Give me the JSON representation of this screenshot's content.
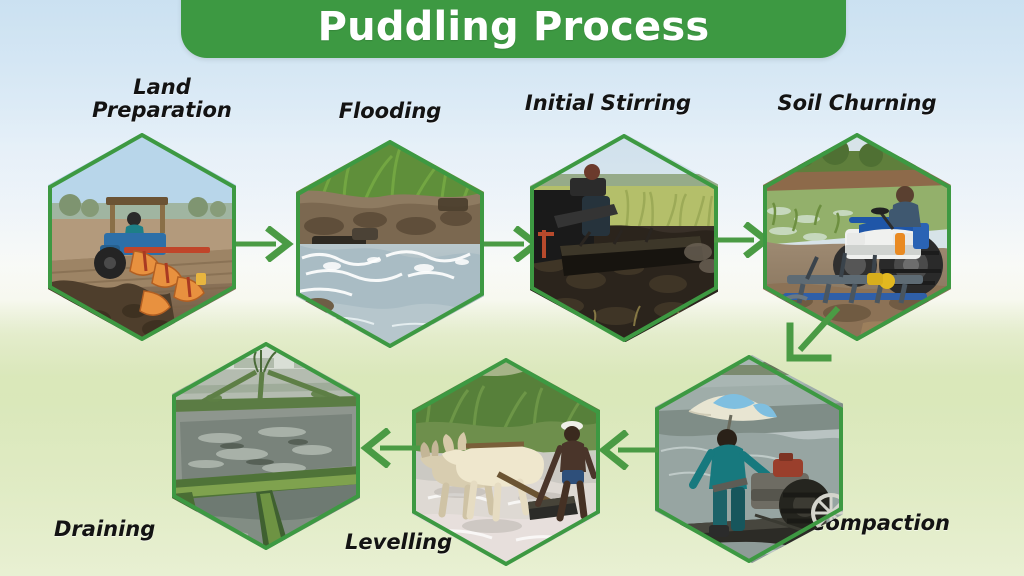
{
  "header": {
    "title": "Puddling Process",
    "bar_color": "#3d9942",
    "title_color": "#ffffff"
  },
  "theme": {
    "hex_border_color": "#3d9942",
    "arrow_color": "#4a9b44",
    "label_color": "#131313",
    "sky_color": "#dceaf5",
    "field_color": "#e4edcf"
  },
  "steps": [
    {
      "id": "land-preparation",
      "order": 1,
      "label": "Land\nPreparation",
      "image_alt": "Blue tractor pulling an orange mouldboard plough across dry brown tilled soil under a pale blue sky"
    },
    {
      "id": "flooding",
      "order": 2,
      "label": "Flooding",
      "image_alt": "Water rushing into a paddy field over a muddy earth bund with green grass on top"
    },
    {
      "id": "initial-stirring",
      "order": 3,
      "label": "Initial Stirring",
      "image_alt": "Tractor blade churning dark wet black soil with a green grass field behind"
    },
    {
      "id": "soil-churning",
      "order": 4,
      "label": "Soil Churning",
      "image_alt": "White tractor with rotary tiller attachment churning a flooded muddy paddy field"
    },
    {
      "id": "compaction",
      "order": 5,
      "label": "Compaction",
      "image_alt": "Farmer in teal shirt under a blue and white umbrella operating a power tiller on flooded mud"
    },
    {
      "id": "levelling",
      "order": 6,
      "label": "Levelling",
      "image_alt": "Pair of white oxen pulling a wooden leveller with a farmer walking through shallow flooded field"
    },
    {
      "id": "draining",
      "order": 7,
      "label": "Draining",
      "image_alt": "Flooded paddy plots divided by green grassy bunds draining water"
    }
  ],
  "arrows": [
    {
      "id": "arrow-1",
      "from": "land-preparation",
      "to": "flooding",
      "direction": "right"
    },
    {
      "id": "arrow-2",
      "from": "flooding",
      "to": "initial-stirring",
      "direction": "right"
    },
    {
      "id": "arrow-3",
      "from": "initial-stirring",
      "to": "soil-churning",
      "direction": "right"
    },
    {
      "id": "arrow-4",
      "from": "soil-churning",
      "to": "compaction",
      "direction": "down-left"
    },
    {
      "id": "arrow-5",
      "from": "compaction",
      "to": "levelling",
      "direction": "left"
    },
    {
      "id": "arrow-6",
      "from": "levelling",
      "to": "draining",
      "direction": "left"
    }
  ]
}
